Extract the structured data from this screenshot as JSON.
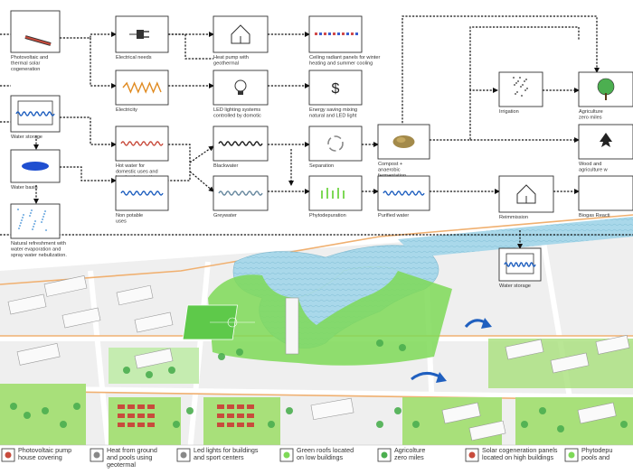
{
  "diagram": {
    "nodes": {
      "pv_thermal": [
        "Photovoltaic and",
        "thermal solar",
        "cogeneration"
      ],
      "water_storage_left": [
        "Water storage"
      ],
      "water_basin": [
        "Water basin"
      ],
      "natural_refreshment": [
        "Natural refreshment with",
        "water evaporation and",
        "spray water nebulization."
      ],
      "electrical_needs": [
        "Electrical needs"
      ],
      "electricity": [
        "Electricity"
      ],
      "hot_water": [
        "Hot water for",
        "domestic uses and",
        "heating integration"
      ],
      "non_potable": [
        "Non    potable",
        "uses"
      ],
      "heat_pump": [
        "Heat pump with",
        "geothermal"
      ],
      "led_lighting": [
        "LED lighting systems",
        "controlled by domotic"
      ],
      "blackwater": [
        "Blackwater"
      ],
      "greywater": [
        "Greywater"
      ],
      "ceiling_panels": [
        "Ceiling radiant panels for winter",
        "heating and summer cooling"
      ],
      "energy_saving": [
        "Energy  saving  mixing",
        "natural and LED light"
      ],
      "separation": [
        "Separation"
      ],
      "phytodepuration": [
        "Phytodepuration"
      ],
      "compost": [
        "Compost     +",
        "anaerobic",
        "fermentation"
      ],
      "purified_water": [
        "Purified water"
      ],
      "irrigation": [
        "Irrigation"
      ],
      "reimmission": [
        "Reimmission"
      ],
      "water_storage_right": [
        "Water storage"
      ],
      "agriculture_zero": [
        "Agriculture",
        "zero miles"
      ],
      "wood": [
        "Wood and",
        "agriculture w"
      ],
      "biogas": [
        "Biogas Reacti"
      ]
    },
    "legend": [
      {
        "lines": [
          "Photovoltaic pump",
          "house covering"
        ],
        "icon": "solar-panel-icon"
      },
      {
        "lines": [
          "Heat from ground",
          "and pools using",
          "geotermal"
        ],
        "icon": "house-heat-icon"
      },
      {
        "lines": [
          "Led lights for buildings",
          "and sport centers"
        ],
        "icon": "light-bulb-icon"
      },
      {
        "lines": [
          "Green roofs located",
          "on low buildings"
        ],
        "icon": "green-roof-icon"
      },
      {
        "lines": [
          "Agricolture",
          "zero miles"
        ],
        "icon": "tree-icon"
      },
      {
        "lines": [
          "Solar cogeneration panels",
          "located on high buildings"
        ],
        "icon": "solar-cell-icon"
      },
      {
        "lines": [
          "Phytodepu",
          "pools and"
        ],
        "icon": "plants-icon"
      }
    ],
    "colors": {
      "park_green": "#7ed957",
      "field_green": "#a8e07a",
      "water": "#a9d8ea",
      "roads": "#e6e6e6",
      "accent_orange": "#f0b070",
      "arrow_blue": "#1f5fbf",
      "tree_green": "#4caf50"
    }
  }
}
